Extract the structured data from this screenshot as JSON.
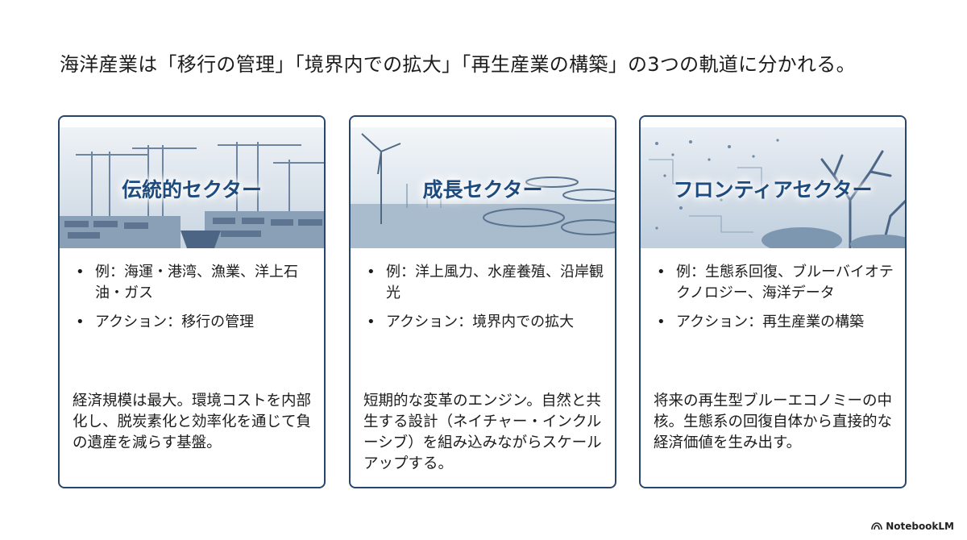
{
  "headline": "海洋産業は「移行の管理」「境界内での拡大」「再生産業の構築」の3つの軌道に分かれる。",
  "cards": [
    {
      "title": "伝統的セクター",
      "bullets": [
        "例：海運・港湾、漁業、洋上石油・ガス",
        "アクション：移行の管理"
      ],
      "summary": "経済規模は最大。環境コストを内部化し、脱炭素化と効率化を通じて負の遺産を減らす基盤。",
      "image_icon": "port-containers-icon"
    },
    {
      "title": "成長セクター",
      "bullets": [
        "例：洋上風力、水産養殖、沿岸観光",
        "アクション：境界内での拡大"
      ],
      "summary": "短期的な変革のエンジン。自然と共生する設計（ネイチャー・インクルーシブ）を組み込みながらスケールアップする。",
      "image_icon": "wind-turbine-aquaculture-icon"
    },
    {
      "title": "フロンティアセクター",
      "bullets": [
        "例：生態系回復、ブルーバイオテクノロジー、海洋データ",
        "アクション：再生産業の構築"
      ],
      "summary": "将来の再生型ブルーエコノミーの中核。生態系の回復自体から直接的な経済価値を生み出す。",
      "image_icon": "coral-reef-data-icon"
    }
  ],
  "brand": "NotebookLM",
  "colors": {
    "border": "#27466b",
    "title": "#1d4b7d",
    "text": "#1c1c1c"
  }
}
